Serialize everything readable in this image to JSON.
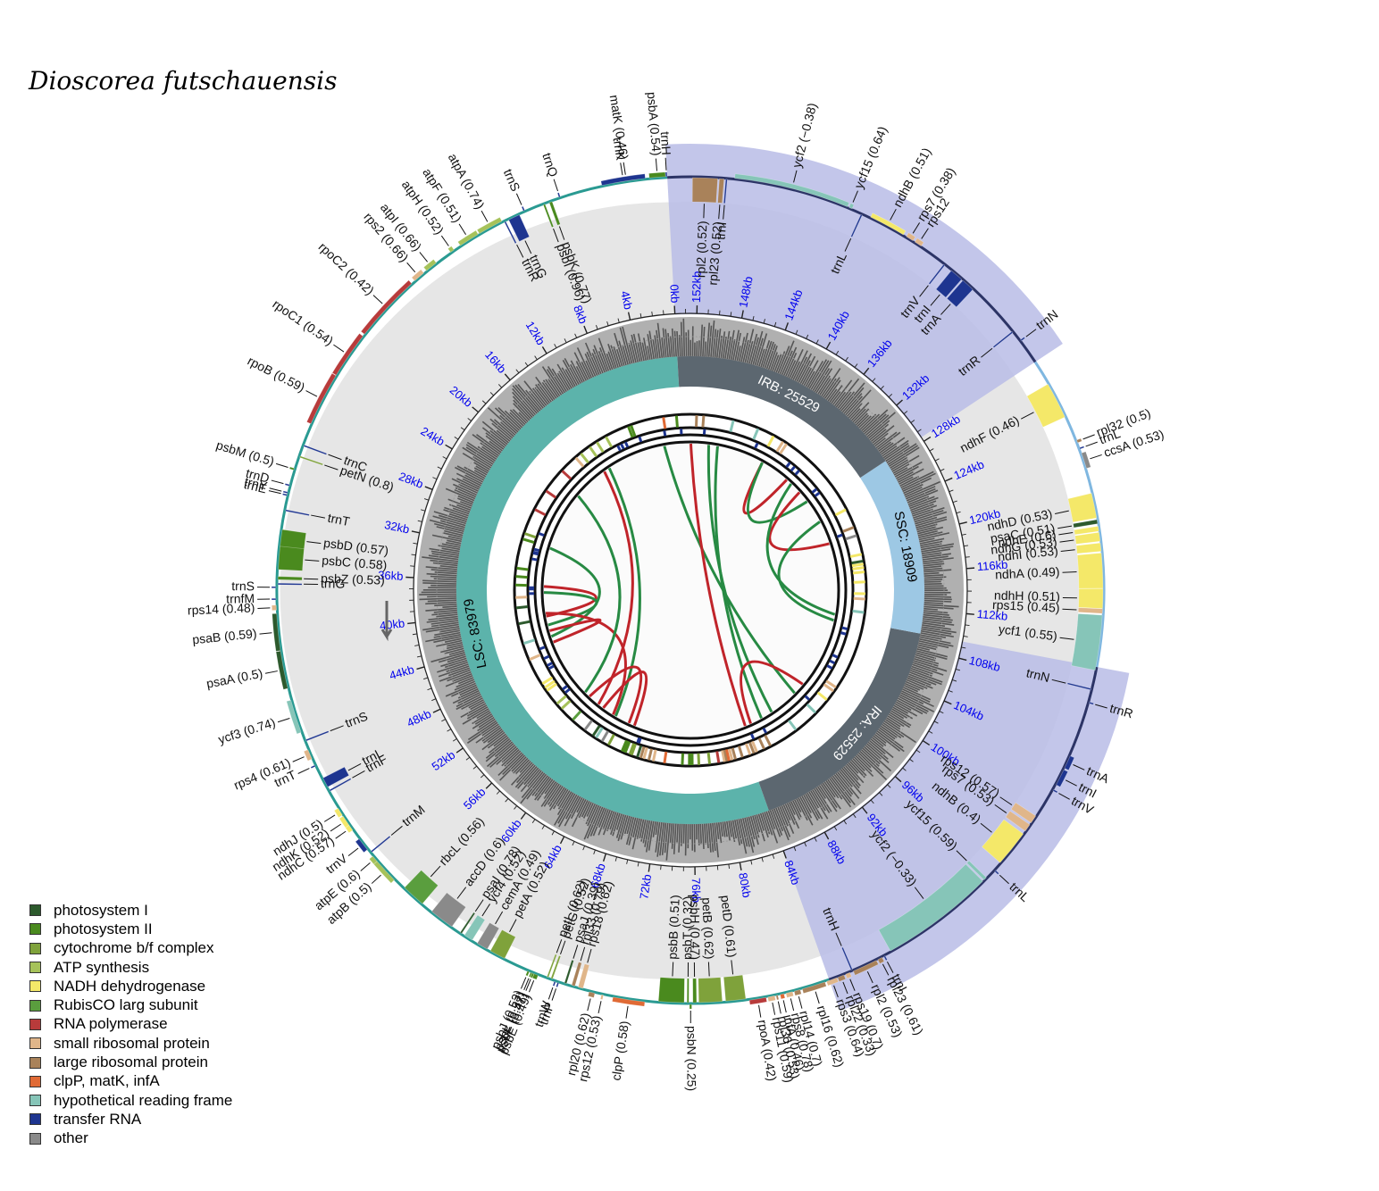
{
  "title": "Dioscorea futschauensis",
  "genome": {
    "length": 153946,
    "regions": [
      {
        "name": "LSC",
        "label": "LSC: 83979",
        "start": 0,
        "end": 83979,
        "color": "#5cb3ab",
        "text_color": "#000000"
      },
      {
        "name": "IRA",
        "label": "IRA: 25529",
        "start": 83979,
        "end": 109508,
        "color": "#5c6770",
        "text_color": "#ffffff"
      },
      {
        "name": "SSC",
        "label": "SSC: 18909",
        "start": 109508,
        "end": 128417,
        "color": "#9dc8e4",
        "text_color": "#000000"
      },
      {
        "name": "IRB",
        "label": "IRB: 25529",
        "start": 128417,
        "end": 153946,
        "color": "#5c6770",
        "text_color": "#ffffff"
      }
    ],
    "ticks": [
      "0kb",
      "4kb",
      "8kb",
      "12kb",
      "16kb",
      "20kb",
      "24kb",
      "28kb",
      "32kb",
      "36kb",
      "40kb",
      "44kb",
      "48kb",
      "52kb",
      "56kb",
      "60kb",
      "64kb",
      "68kb",
      "72kb",
      "76kb",
      "80kb",
      "84kb",
      "88kb",
      "92kb",
      "96kb",
      "100kb",
      "104kb",
      "108kb",
      "112kb",
      "116kb",
      "120kb",
      "124kb",
      "128kb",
      "132kb",
      "136kb",
      "140kb",
      "144kb",
      "148kb",
      "152kb"
    ]
  },
  "colors": {
    "photosystem_I": "#2d5a2d",
    "photosystem_II": "#4a8a1e",
    "cytochrome": "#7fa23b",
    "atp": "#a6c25a",
    "ndh": "#f4e869",
    "rubisco": "#5a9e3e",
    "rna_pol": "#b83b3b",
    "ssu": "#e0b68a",
    "lsu": "#a9825a",
    "clp": "#e06a35",
    "ycf": "#86c5b8",
    "trna": "#1e3590",
    "other": "#8a8a8a",
    "ir_shade": "#b9bce6",
    "outer_ring": "#e6e6e6",
    "lsc_line": "#2a9a92",
    "ir_line": "#2c3466",
    "ssc_line": "#7fb7e0",
    "repeat_red": "#c0242a",
    "repeat_green": "#278a43",
    "tick_label": "#0000ee"
  },
  "legend": [
    {
      "label": "photosystem I",
      "color": "#2d5a2d"
    },
    {
      "label": "photosystem II",
      "color": "#4a8a1e"
    },
    {
      "label": "cytochrome b/f complex",
      "color": "#7fa23b"
    },
    {
      "label": "ATP synthesis",
      "color": "#a6c25a"
    },
    {
      "label": "NADH dehydrogenase",
      "color": "#f4e869"
    },
    {
      "label": "RubisCO larg subunit",
      "color": "#5a9e3e"
    },
    {
      "label": "RNA polymerase",
      "color": "#b83b3b"
    },
    {
      "label": "small ribosomal protein",
      "color": "#e0b68a"
    },
    {
      "label": "large ribosomal protein",
      "color": "#a9825a"
    },
    {
      "label": "clpP, matK, infA",
      "color": "#e06a35"
    },
    {
      "label": "hypothetical reading frame",
      "color": "#86c5b8"
    },
    {
      "label": "transfer RNA",
      "color": "#1e3590"
    },
    {
      "label": "other",
      "color": "#8a8a8a"
    }
  ],
  "genes": [
    {
      "label": "psbA (0.54)",
      "s": 100,
      "e": 1060,
      "c": "photosystem_II",
      "st": "-"
    },
    {
      "label": "trnH",
      "s": 0,
      "e": 70,
      "c": "trna",
      "st": "-"
    },
    {
      "label": "matK (0.46)",
      "s": 1650,
      "e": 3200,
      "c": "clp",
      "st": "-"
    },
    {
      "label": "trnK",
      "s": 1300,
      "e": 3900,
      "c": "trna",
      "st": "-"
    },
    {
      "label": "psbK (0.77)",
      "s": 7000,
      "e": 7180,
      "c": "photosystem_II",
      "st": "+"
    },
    {
      "label": "psbI (0.96)",
      "s": 7450,
      "e": 7560,
      "c": "photosystem_II",
      "st": "+"
    },
    {
      "label": "trnQ",
      "s": 6450,
      "e": 6520,
      "c": "trna",
      "st": "-"
    },
    {
      "label": "trnS",
      "s": 8700,
      "e": 8790,
      "c": "trna",
      "st": "-"
    },
    {
      "label": "trnG",
      "s": 9100,
      "e": 9800,
      "c": "trna",
      "st": "+"
    },
    {
      "label": "trnR",
      "s": 10000,
      "e": 10070,
      "c": "trna",
      "st": "+"
    },
    {
      "label": "atpA (0.74)",
      "s": 10200,
      "e": 11720,
      "c": "atp",
      "st": "-"
    },
    {
      "label": "atpF (0.51)",
      "s": 11800,
      "e": 13050,
      "c": "atp",
      "st": "-"
    },
    {
      "label": "atpH (0.52)",
      "s": 13500,
      "e": 13750,
      "c": "atp",
      "st": "-"
    },
    {
      "label": "atpI (0.66)",
      "s": 14800,
      "e": 15540,
      "c": "atp",
      "st": "-"
    },
    {
      "label": "rps2 (0.66)",
      "s": 15750,
      "e": 16460,
      "c": "ssu",
      "st": "-"
    },
    {
      "label": "rpoC2 (0.42)",
      "s": 16700,
      "e": 20800,
      "c": "rna_pol",
      "st": "-"
    },
    {
      "label": "rpoC1 (0.54)",
      "s": 20950,
      "e": 23750,
      "c": "rna_pol",
      "st": "-"
    },
    {
      "label": "rpoB (0.59)",
      "s": 23780,
      "e": 26990,
      "c": "rna_pol",
      "st": "-"
    },
    {
      "label": "trnC",
      "s": 28300,
      "e": 28370,
      "c": "trna",
      "st": "+"
    },
    {
      "label": "petN (0.8)",
      "s": 29000,
      "e": 29090,
      "c": "cytochrome",
      "st": "+"
    },
    {
      "label": "psbM (0.5)",
      "s": 29800,
      "e": 29910,
      "c": "photosystem_II",
      "st": "-"
    },
    {
      "label": "trnD",
      "s": 30800,
      "e": 30870,
      "c": "trna",
      "st": "-"
    },
    {
      "label": "trnY",
      "s": 31250,
      "e": 31330,
      "c": "trna",
      "st": "-"
    },
    {
      "label": "trnE",
      "s": 31400,
      "e": 31470,
      "c": "trna",
      "st": "-"
    },
    {
      "label": "trnT",
      "s": 32300,
      "e": 32370,
      "c": "trna",
      "st": "+"
    },
    {
      "label": "psbD (0.57)",
      "s": 33500,
      "e": 34560,
      "c": "photosystem_II",
      "st": "+"
    },
    {
      "label": "psbC (0.58)",
      "s": 34500,
      "e": 35890,
      "c": "photosystem_II",
      "st": "+"
    },
    {
      "label": "psbZ (0.53)",
      "s": 36300,
      "e": 36490,
      "c": "photosystem_II",
      "st": "+"
    },
    {
      "label": "trnG",
      "s": 36700,
      "e": 36770,
      "c": "trna",
      "st": "+"
    },
    {
      "label": "trnS",
      "s": 36900,
      "e": 36990,
      "c": "trna",
      "st": "-"
    },
    {
      "label": "trnfM",
      "s": 37600,
      "e": 37670,
      "c": "trna",
      "st": "-"
    },
    {
      "label": "rps14 (0.48)",
      "s": 38000,
      "e": 38300,
      "c": "ssu",
      "st": "-"
    },
    {
      "label": "psaB (0.59)",
      "s": 38500,
      "e": 40700,
      "c": "photosystem_I",
      "st": "-"
    },
    {
      "label": "psaA (0.5)",
      "s": 40730,
      "e": 42980,
      "c": "photosystem_I",
      "st": "-"
    },
    {
      "label": "ycf3 (0.74)",
      "s": 43700,
      "e": 45700,
      "c": "ycf",
      "st": "-"
    },
    {
      "label": "trnS",
      "s": 46200,
      "e": 46290,
      "c": "trna",
      "st": "+"
    },
    {
      "label": "rps4 (0.61)",
      "s": 46800,
      "e": 47400,
      "c": "ssu",
      "st": "-"
    },
    {
      "label": "trnT",
      "s": 47800,
      "e": 47870,
      "c": "trna",
      "st": "-"
    },
    {
      "label": "trnL",
      "s": 48700,
      "e": 49300,
      "c": "trna",
      "st": "+"
    },
    {
      "label": "trnF",
      "s": 49500,
      "e": 49570,
      "c": "trna",
      "st": "+"
    },
    {
      "label": "ndhJ (0.5)",
      "s": 50700,
      "e": 51180,
      "c": "ndh",
      "st": "-"
    },
    {
      "label": "ndhK (0.52)",
      "s": 51250,
      "e": 51900,
      "c": "ndh",
      "st": "-"
    },
    {
      "label": "ndhC (0.57)",
      "s": 51900,
      "e": 52260,
      "c": "ndh",
      "st": "-"
    },
    {
      "label": "trnV",
      "s": 52900,
      "e": 53700,
      "c": "trna",
      "st": "-"
    },
    {
      "label": "trnM",
      "s": 53900,
      "e": 53970,
      "c": "trna",
      "st": "+"
    },
    {
      "label": "atpE (0.6)",
      "s": 54200,
      "e": 54600,
      "c": "atp",
      "st": "-"
    },
    {
      "label": "atpB (0.5)",
      "s": 54600,
      "e": 56100,
      "c": "atp",
      "st": "-"
    },
    {
      "label": "rbcL (0.56)",
      "s": 56850,
      "e": 58280,
      "c": "rubisco",
      "st": "+"
    },
    {
      "label": "accD (0.6)",
      "s": 59000,
      "e": 60500,
      "c": "other",
      "st": "+"
    },
    {
      "label": "psaI (0.78)",
      "s": 61100,
      "e": 61210,
      "c": "photosystem_I",
      "st": "+"
    },
    {
      "label": "ycf4 (0.52)",
      "s": 61400,
      "e": 61950,
      "c": "ycf",
      "st": "+"
    },
    {
      "label": "cemA (0.49)",
      "s": 62300,
      "e": 62990,
      "c": "other",
      "st": "+"
    },
    {
      "label": "petA (0.52)",
      "s": 63200,
      "e": 64160,
      "c": "cytochrome",
      "st": "+"
    },
    {
      "label": "psbJ (0.53)",
      "s": 65700,
      "e": 65820,
      "c": "photosystem_II",
      "st": "-"
    },
    {
      "label": "psbL (0.57)",
      "s": 65900,
      "e": 65980,
      "c": "photosystem_II",
      "st": "-"
    },
    {
      "label": "psbF (0.47)",
      "s": 66000,
      "e": 66120,
      "c": "photosystem_II",
      "st": "-"
    },
    {
      "label": "psbE (0.49)",
      "s": 66130,
      "e": 66380,
      "c": "photosystem_II",
      "st": "-"
    },
    {
      "label": "trnW",
      "s": 67400,
      "e": 67470,
      "c": "trna",
      "st": "-"
    },
    {
      "label": "trnP",
      "s": 67600,
      "e": 67670,
      "c": "trna",
      "st": "-"
    },
    {
      "label": "petL (0.62)",
      "s": 66900,
      "e": 66995,
      "c": "cytochrome",
      "st": "+"
    },
    {
      "label": "petG (0.52)",
      "s": 67150,
      "e": 67260,
      "c": "cytochrome",
      "st": "+"
    },
    {
      "label": "psaJ (0.39)",
      "s": 68000,
      "e": 68130,
      "c": "photosystem_I",
      "st": "+"
    },
    {
      "label": "rpl33 (0.79)",
      "s": 68450,
      "e": 68650,
      "c": "lsu",
      "st": "+"
    },
    {
      "label": "rps18 (0.62)",
      "s": 68850,
      "e": 69150,
      "c": "ssu",
      "st": "+"
    },
    {
      "label": "rpl20 (0.62)",
      "s": 69550,
      "e": 69900,
      "c": "lsu",
      "st": "-"
    },
    {
      "label": "rps12 (0.53)",
      "s": 70300,
      "e": 70420,
      "c": "ssu",
      "st": "-"
    },
    {
      "label": "clpP (0.58)",
      "s": 71000,
      "e": 72900,
      "c": "clp",
      "st": "-"
    },
    {
      "label": "psbB (0.51)",
      "s": 73700,
      "e": 75230,
      "c": "photosystem_II",
      "st": "+"
    },
    {
      "label": "psbT (0.32)",
      "s": 75400,
      "e": 75510,
      "c": "photosystem_II",
      "st": "+"
    },
    {
      "label": "psbN (0.25)",
      "s": 75550,
      "e": 75680,
      "c": "photosystem_II",
      "st": "-"
    },
    {
      "label": "psbH (0.47)",
      "s": 75750,
      "e": 75970,
      "c": "photosystem_II",
      "st": "+"
    },
    {
      "label": "petB (0.62)",
      "s": 76100,
      "e": 77500,
      "c": "cytochrome",
      "st": "+"
    },
    {
      "label": "petD (0.61)",
      "s": 77700,
      "e": 78900,
      "c": "cytochrome",
      "st": "+"
    },
    {
      "label": "rpoA (0.42)",
      "s": 79100,
      "e": 80100,
      "c": "rna_pol",
      "st": "-"
    },
    {
      "label": "rps11 (0.59)",
      "s": 80200,
      "e": 80620,
      "c": "ssu",
      "st": "-"
    },
    {
      "label": "rpl36 (0.53)",
      "s": 80700,
      "e": 80810,
      "c": "lsu",
      "st": "-"
    },
    {
      "label": "infA (0.46)",
      "s": 80950,
      "e": 81180,
      "c": "clp",
      "st": "-"
    },
    {
      "label": "rps8 (0.78)",
      "s": 81300,
      "e": 81700,
      "c": "ssu",
      "st": "-"
    },
    {
      "label": "rpl14 (0.7)",
      "s": 81800,
      "e": 82170,
      "c": "lsu",
      "st": "-"
    },
    {
      "label": "rpl16 (0.62)",
      "s": 82300,
      "e": 83700,
      "c": "lsu",
      "st": "-"
    },
    {
      "label": "rps3 (0.64)",
      "s": 83800,
      "e": 84450,
      "c": "ssu",
      "st": "-"
    },
    {
      "label": "rpl22 (0.33)",
      "s": 84500,
      "e": 84900,
      "c": "lsu",
      "st": "-"
    },
    {
      "label": "rps19 (0.7)",
      "s": 85000,
      "e": 85280,
      "c": "ssu",
      "st": "-"
    },
    {
      "label": "trnH",
      "s": 85400,
      "e": 85470,
      "c": "trna",
      "st": "+"
    },
    {
      "label": "rpl2 (0.53)",
      "s": 85500,
      "e": 87000,
      "c": "lsu",
      "st": "-"
    },
    {
      "label": "rpl23 (0.61)",
      "s": 87100,
      "e": 87380,
      "c": "lsu",
      "st": "-"
    },
    {
      "label": "trnI",
      "s": 87500,
      "e": 87570,
      "c": "trna",
      "st": "-"
    },
    {
      "label": "ycf2 (−0.33)",
      "s": 88000,
      "e": 94900,
      "c": "ycf",
      "st": "+"
    },
    {
      "label": "ycf15 (0.59)",
      "s": 95000,
      "e": 95200,
      "c": "ycf",
      "st": "+"
    },
    {
      "label": "trnL",
      "s": 95800,
      "e": 95880,
      "c": "trna",
      "st": "-"
    },
    {
      "label": "ndhB (0.4)",
      "s": 96400,
      "e": 98600,
      "c": "ndh",
      "st": "+"
    },
    {
      "label": "rps7 (0.53)",
      "s": 98800,
      "e": 99270,
      "c": "ssu",
      "st": "+"
    },
    {
      "label": "rps12 (0.57)",
      "s": 99400,
      "e": 99900,
      "c": "ssu",
      "st": "+"
    },
    {
      "label": "trnV",
      "s": 101700,
      "e": 101770,
      "c": "trna",
      "st": "-"
    },
    {
      "label": "trnI",
      "s": 102100,
      "e": 103100,
      "c": "trna",
      "st": "-"
    },
    {
      "label": "trnA",
      "s": 103200,
      "e": 104000,
      "c": "trna",
      "st": "-"
    },
    {
      "label": "trnR",
      "s": 107300,
      "e": 107370,
      "c": "trna",
      "st": "-"
    },
    {
      "label": "trnN",
      "s": 108100,
      "e": 108170,
      "c": "trna",
      "st": "+"
    },
    {
      "label": "ycf1 (0.55)",
      "s": 109300,
      "e": 112600,
      "c": "ycf",
      "st": "+"
    },
    {
      "label": "rps15 (0.45)",
      "s": 112700,
      "e": 112980,
      "c": "ssu",
      "st": "+"
    },
    {
      "label": "ndhH (0.51)",
      "s": 113000,
      "e": 114180,
      "c": "ndh",
      "st": "+"
    },
    {
      "label": "ndhA (0.49)",
      "s": 114200,
      "e": 116300,
      "c": "ndh",
      "st": "+"
    },
    {
      "label": "ndhI (0.53)",
      "s": 116400,
      "e": 116900,
      "c": "ndh",
      "st": "+"
    },
    {
      "label": "ndhG (0.53)",
      "s": 117000,
      "e": 117530,
      "c": "ndh",
      "st": "+"
    },
    {
      "label": "ndhE (0.6)",
      "s": 117600,
      "e": 117900,
      "c": "ndh",
      "st": "+"
    },
    {
      "label": "psaC (0.51)",
      "s": 118050,
      "e": 118300,
      "c": "photosystem_I",
      "st": "+"
    },
    {
      "label": "ndhD (0.53)",
      "s": 118400,
      "e": 119900,
      "c": "ndh",
      "st": "+"
    },
    {
      "label": "ccsA (0.53)",
      "s": 121400,
      "e": 122350,
      "c": "other",
      "st": "-"
    },
    {
      "label": "trnL",
      "s": 122600,
      "e": 122680,
      "c": "trna",
      "st": "-"
    },
    {
      "label": "rpl32 (0.5)",
      "s": 123000,
      "e": 123170,
      "c": "lsu",
      "st": "-"
    },
    {
      "label": "ndhF (0.46)",
      "s": 124700,
      "e": 126900,
      "c": "ndh",
      "st": "+"
    },
    {
      "label": "trnN",
      "s": 129900,
      "e": 129970,
      "c": "trna",
      "st": "-"
    },
    {
      "label": "trnR",
      "s": 130600,
      "e": 130670,
      "c": "trna",
      "st": "+"
    },
    {
      "label": "trnA",
      "s": 134100,
      "e": 134900,
      "c": "trna",
      "st": "+"
    },
    {
      "label": "trnI",
      "s": 135000,
      "e": 135800,
      "c": "trna",
      "st": "+"
    },
    {
      "label": "trnV",
      "s": 136300,
      "e": 136370,
      "c": "trna",
      "st": "+"
    },
    {
      "label": "rps12",
      "s": 138100,
      "e": 138550,
      "c": "ssu",
      "st": "-"
    },
    {
      "label": "rps7 (0.38)",
      "s": 138680,
      "e": 139150,
      "c": "ssu",
      "st": "-"
    },
    {
      "label": "ndhB (0.51)",
      "s": 139350,
      "e": 141550,
      "c": "ndh",
      "st": "-"
    },
    {
      "label": "trnL",
      "s": 142050,
      "e": 142130,
      "c": "trna",
      "st": "+"
    },
    {
      "label": "ycf15 (0.64)",
      "s": 142750,
      "e": 142950,
      "c": "ycf",
      "st": "-"
    },
    {
      "label": "ycf2 (−0.38)",
      "s": 143050,
      "e": 149950,
      "c": "ycf",
      "st": "-"
    },
    {
      "label": "trnI",
      "s": 150380,
      "e": 150450,
      "c": "trna",
      "st": "+"
    },
    {
      "label": "rpl23 (0.52)",
      "s": 150570,
      "e": 150850,
      "c": "lsu",
      "st": "+"
    },
    {
      "label": "rpl2 (0.52)",
      "s": 150950,
      "e": 152450,
      "c": "lsu",
      "st": "+"
    }
  ],
  "repeats": [
    {
      "a": 36500,
      "b": 41500,
      "t": "red"
    },
    {
      "a": 37500,
      "b": 43000,
      "t": "green"
    },
    {
      "a": 30000,
      "b": 45000,
      "t": "green"
    },
    {
      "a": 44000,
      "b": 46000,
      "t": "red"
    },
    {
      "a": 41000,
      "b": 62000,
      "t": "red"
    },
    {
      "a": 20000,
      "b": 56000,
      "t": "green"
    },
    {
      "a": 14000,
      "b": 59000,
      "t": "red"
    },
    {
      "a": 13000,
      "b": 62500,
      "t": "green"
    },
    {
      "a": 65000,
      "b": 57000,
      "t": "red"
    },
    {
      "a": 66000,
      "b": 60000,
      "t": "red"
    },
    {
      "a": 3000,
      "b": 95000,
      "t": "green"
    },
    {
      "a": 148000,
      "b": 88000,
      "t": "green"
    },
    {
      "a": 149500,
      "b": 90000,
      "t": "green"
    },
    {
      "a": 152500,
      "b": 85000,
      "t": "red"
    },
    {
      "a": 86000,
      "b": 97000,
      "t": "red"
    },
    {
      "a": 140000,
      "b": 135000,
      "t": "red"
    },
    {
      "a": 140000,
      "b": 130000,
      "t": "green"
    },
    {
      "a": 132000,
      "b": 122000,
      "t": "red"
    },
    {
      "a": 134000,
      "b": 110000,
      "t": "green"
    },
    {
      "a": 126000,
      "b": 109000,
      "t": "green"
    }
  ]
}
